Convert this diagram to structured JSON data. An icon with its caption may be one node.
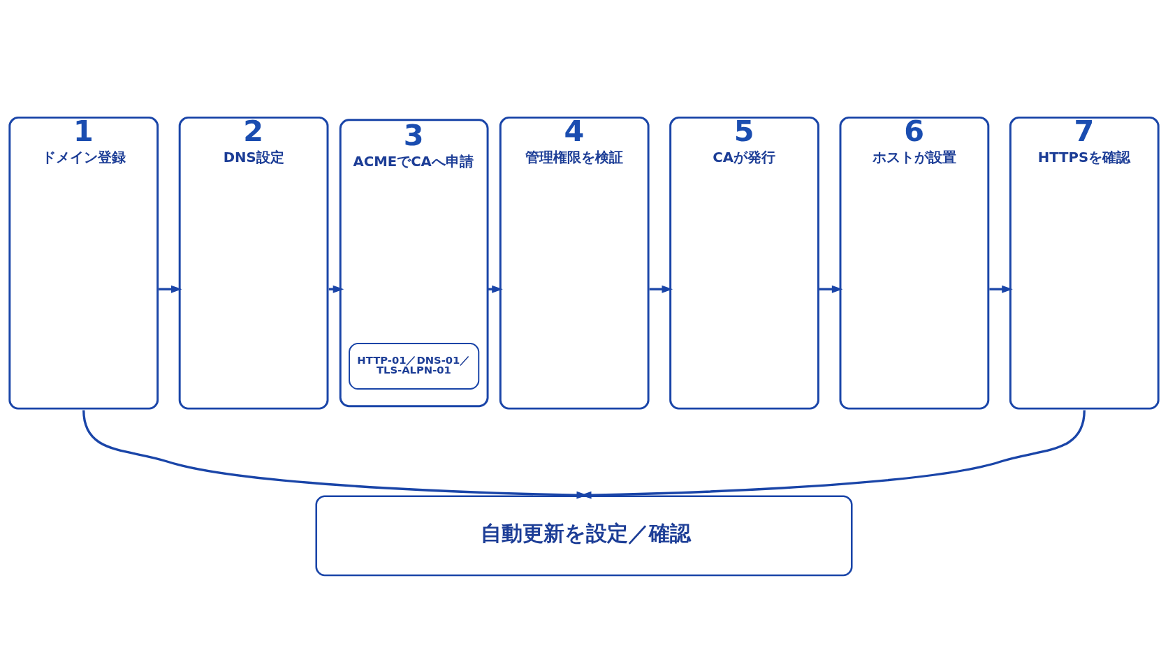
{
  "diagram": {
    "nodes": [
      {
        "text": [
          "1",
          "ドメイン登録"
        ]
      },
      {
        "text": [
          "2",
          "DNS設定"
        ]
      },
      {
        "text": [
          "3",
          "ACMEでCAへ申請"
        ]
      },
      {
        "text": [
          "HTTP-01／DNS-01／TLS-ALPN-01"
        ],
        "in": 2
      },
      {
        "text": [
          "4",
          "管理権限を検証"
        ]
      },
      {
        "text": [
          "5",
          "CAが発行"
        ]
      },
      {
        "text": [
          "6",
          "ホストが設置"
        ]
      },
      {
        "text": [
          "7",
          "HTTPSを確認"
        ]
      },
      {
        "text": [
          "自動更新を設定／確認"
        ]
      }
    ],
    "edges": [
      {
        "from": 0,
        "to": 1,
        "arrow": "to"
      },
      {
        "from": 1,
        "to": 2,
        "arrow": "to"
      },
      {
        "from": 2,
        "to": 4,
        "arrow": "to"
      },
      {
        "from": 4,
        "to": 5,
        "arrow": "to"
      },
      {
        "from": 5,
        "to": 6,
        "arrow": "to"
      },
      {
        "from": 6,
        "to": 7,
        "arrow": "to"
      },
      {
        "from": 0,
        "to": 8,
        "arrow": "to"
      },
      {
        "from": 7,
        "to": 8,
        "arrow": "to"
      }
    ]
  }
}
